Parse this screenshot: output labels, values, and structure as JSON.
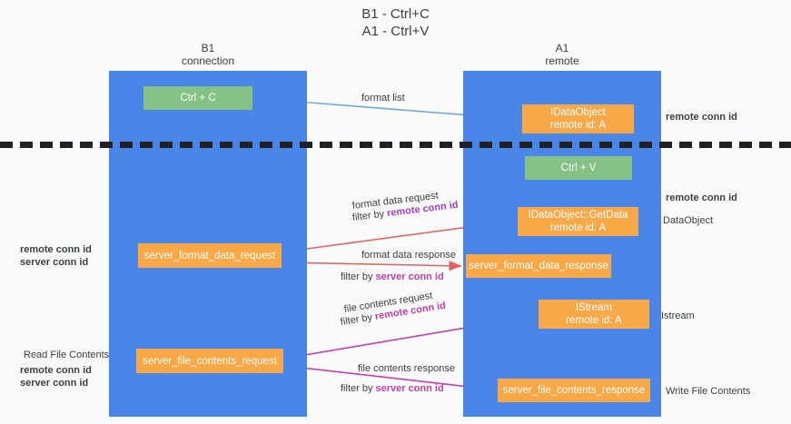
{
  "title": "B1 - Ctrl+C\nA1 - Ctrl+V",
  "columns": [
    {
      "name": "B1",
      "role": "connection",
      "label": "B1\nconnection"
    },
    {
      "name": "A1",
      "role": "remote",
      "label": "A1\nremote"
    }
  ],
  "colors": {
    "lane": "#4a86e8",
    "node_green": "#85c285",
    "node_orange": "#f9a848",
    "remote_conn_id": "#a13fcb",
    "server_conn_id_green": "#57a957",
    "server_conn_id_magenta": "#c43fa8",
    "arrow_blue": "#6fa8dc",
    "arrow_red": "#e06666",
    "arrow_magenta": "#c43fa8",
    "arrow_black": "#202124",
    "background": "#fafafa",
    "text": "#3c4043"
  },
  "nodes": {
    "ctrl_c": {
      "line1": "Ctrl + C",
      "line2": ""
    },
    "idataobject": {
      "line1": "IDataObject",
      "line2": "remote id: A"
    },
    "ctrl_v": {
      "line1": "Ctrl + V",
      "line2": ""
    },
    "getdata": {
      "line1": "IDataObject::GetData",
      "line2": "remote id: A"
    },
    "server_format_data_request": {
      "line1": "server_format_data_request",
      "line2": ""
    },
    "server_format_data_response": {
      "line1": "server_format_data_response",
      "line2": ""
    },
    "istream": {
      "line1": "IStream",
      "line2": "remote id: A"
    },
    "server_file_contents_request": {
      "line1": "server_file_contents_request",
      "line2": ""
    },
    "server_file_contents_response": {
      "line1": "server_file_contents_response",
      "line2": ""
    }
  },
  "edge_labels": {
    "format_list": "format list",
    "format_data_request": "format data request",
    "format_data_request_filter_prefix": "filter by ",
    "format_data_request_filter_key": "remote conn id",
    "format_data_response": "format data response",
    "format_data_response_filter_prefix": "filter by ",
    "format_data_response_filter_key": "server conn id",
    "file_contents_request": "file contents request",
    "file_contents_request_filter_prefix": "filter by ",
    "file_contents_request_filter_key": "remote conn id",
    "file_contents_response": "file contents response",
    "file_contents_response_filter_prefix": "filter by ",
    "file_contents_response_filter_key": "server conn id"
  },
  "side_labels": {
    "remote_conn_id_top": "remote conn id",
    "remote_conn_id_mid": "remote conn id",
    "dataobject": "DataObject",
    "istream": "Istream",
    "write_file_contents": "Write File Contents",
    "read_file_contents": "Read File Contents",
    "left_remote_conn_id_1": "remote conn id",
    "left_server_conn_id_1": "server conn id",
    "left_remote_conn_id_2": "remote conn id",
    "left_server_conn_id_2": "server conn id"
  }
}
